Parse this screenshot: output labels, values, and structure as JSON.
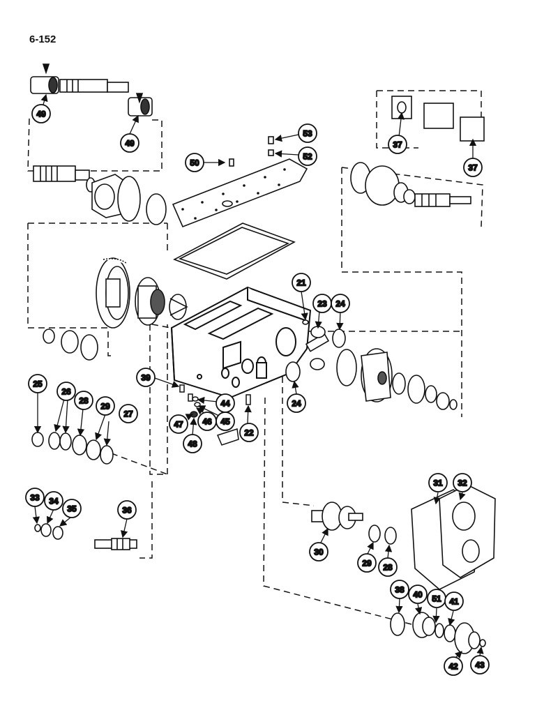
{
  "page": {
    "number": "6-152"
  },
  "callouts": {
    "c49a": "49",
    "c49b": "49",
    "c50": "50",
    "c53": "53",
    "c52": "52",
    "c37a": "37",
    "c37b": "37",
    "c21": "21",
    "c23": "23",
    "c24a": "24",
    "c24b": "24",
    "c39": "39",
    "c44": "44",
    "c45": "45",
    "c46": "46",
    "c47": "47",
    "c48": "48",
    "c22": "22",
    "c25": "25",
    "c26": "26",
    "c28a": "28",
    "c29a": "29",
    "c27": "27",
    "c33": "33",
    "c34": "34",
    "c35": "35",
    "c36": "36",
    "c30": "30",
    "c29b": "29",
    "c28b": "28",
    "c31": "31",
    "c32": "32",
    "c38": "38",
    "c40": "40",
    "c51": "51",
    "c41": "41",
    "c42": "42",
    "c43": "43"
  },
  "colors": {
    "ink": "#111111",
    "paper": "#ffffff",
    "shade": "#555555"
  }
}
